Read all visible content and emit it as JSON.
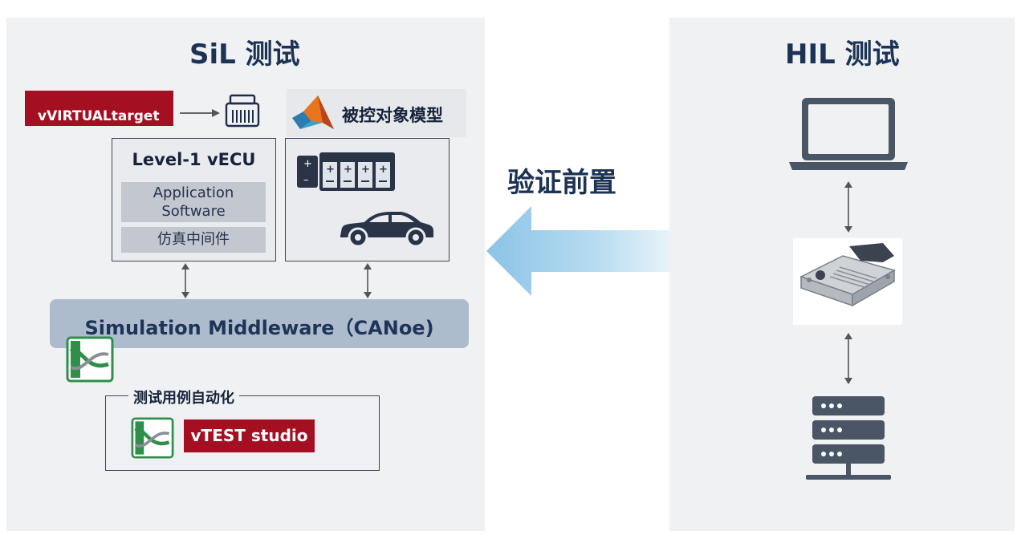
{
  "sil": {
    "title": "SiL 测试",
    "vvirtualtarget_label": "vVIRTUALtarget",
    "vecu": {
      "title": "Level-1 vECU",
      "application_software": "Application Software",
      "sim_middleware_layer": "仿真中间件"
    },
    "plant_model": {
      "title": "被控对象模型"
    },
    "middleware": {
      "label": "Simulation Middleware（CANoe)"
    },
    "automation": {
      "title": "测试用例自动化",
      "vteststudio_label": "vTEST studio"
    }
  },
  "arrow": {
    "label": "验证前置"
  },
  "hil": {
    "title": "HIL 测试"
  },
  "icons": [
    "ecu-chip-icon",
    "matlab-logo-icon",
    "battery-pack-icon",
    "car-icon",
    "canoe-logo-icon",
    "laptop-icon",
    "ecu-hardware-icon",
    "server-rack-icon"
  ],
  "colors": {
    "brand_red": "#a50f22",
    "navy_text": "#1d3355",
    "middleware_fill": "#adbccd",
    "arrow_blue": "#8cc3e6"
  }
}
